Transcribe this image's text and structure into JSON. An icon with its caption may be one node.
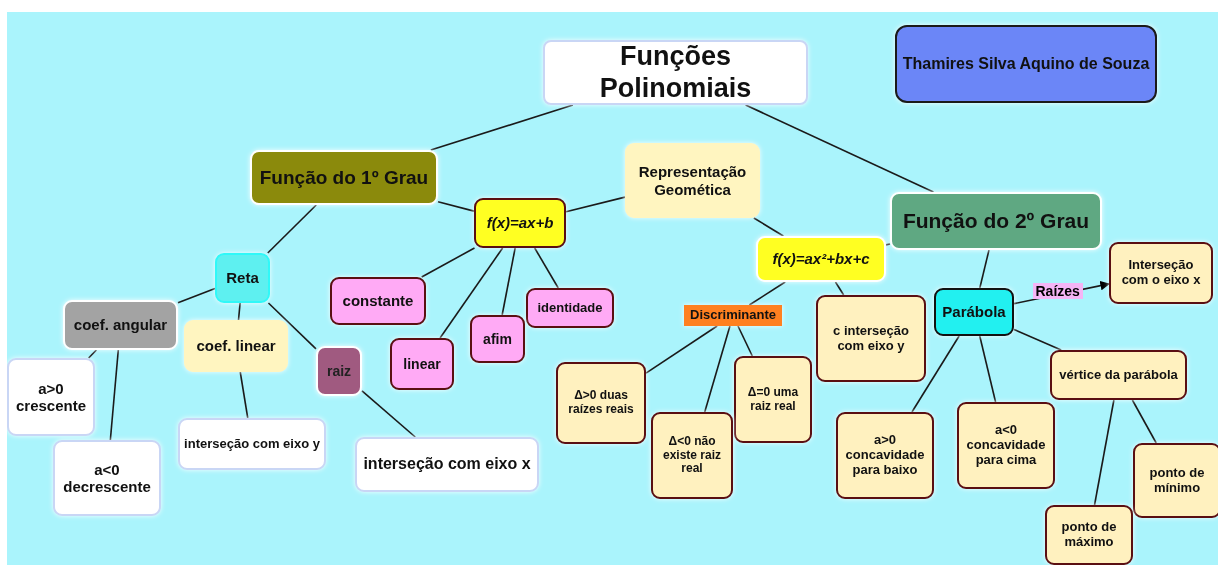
{
  "diagram": {
    "nodes": [
      {
        "text": [
          "Funções Polinomiais"
        ]
      },
      {
        "text": [
          "Thamires Silva Aquino de Souza"
        ]
      },
      {
        "text": [
          "Função do 1º Grau"
        ]
      },
      {
        "text": [
          "Representação Geomética"
        ]
      },
      {
        "text": [
          "f(x)=ax+b"
        ]
      },
      {
        "text": [
          "Função do 2º Grau"
        ]
      },
      {
        "text": [
          "f(x)=ax²+bx+c"
        ]
      },
      {
        "text": [
          "Interseção com o eixo x"
        ]
      },
      {
        "text": [
          "Reta"
        ]
      },
      {
        "text": [
          "constante"
        ]
      },
      {
        "text": [
          "identidade"
        ]
      },
      {
        "text": [
          "Parábola"
        ]
      },
      {
        "text": [
          "coef. angular"
        ]
      },
      {
        "text": [
          "afim"
        ]
      },
      {
        "text": [
          "coef. linear"
        ]
      },
      {
        "text": [
          "Discriminante"
        ]
      },
      {
        "text": [
          "c interseção com eixo y"
        ]
      },
      {
        "text": [
          "vértice da parábola"
        ]
      },
      {
        "text": [
          "linear"
        ]
      },
      {
        "text": [
          "raiz"
        ]
      },
      {
        "text": [
          "a>0 crescente"
        ]
      },
      {
        "text": [
          "Δ>0 duas raízes reais"
        ]
      },
      {
        "text": [
          "Δ=0 uma raiz real"
        ]
      },
      {
        "text": [
          "a>0 concavidade para baixo"
        ]
      },
      {
        "text": [
          "a<0 concavidade para cima"
        ]
      },
      {
        "text": [
          "interseção com eixo y"
        ]
      },
      {
        "text": [
          "interseção com eixo x"
        ]
      },
      {
        "text": [
          "Δ<0 não existe raiz real"
        ]
      },
      {
        "text": [
          "a<0 decrescente"
        ]
      },
      {
        "text": [
          "ponto de mínimo"
        ]
      },
      {
        "text": [
          "ponto de máximo"
        ]
      }
    ],
    "edges": [
      {
        "from": 0,
        "to": 2,
        "arrow": "none"
      },
      {
        "from": 0,
        "to": 5,
        "arrow": "none"
      },
      {
        "from": 2,
        "to": 8,
        "arrow": "none"
      },
      {
        "from": 2,
        "to": 4,
        "arrow": "none"
      },
      {
        "from": 4,
        "to": 3,
        "arrow": "none"
      },
      {
        "from": 3,
        "to": 6,
        "arrow": "none"
      },
      {
        "from": 6,
        "to": 5,
        "arrow": "none"
      },
      {
        "from": 4,
        "to": 9,
        "arrow": "none"
      },
      {
        "from": 4,
        "to": 18,
        "arrow": "none"
      },
      {
        "from": 4,
        "to": 13,
        "arrow": "none"
      },
      {
        "from": 4,
        "to": 10,
        "arrow": "none"
      },
      {
        "from": 8,
        "to": 12,
        "arrow": "none"
      },
      {
        "from": 8,
        "to": 14,
        "arrow": "none"
      },
      {
        "from": 8,
        "to": 19,
        "arrow": "none"
      },
      {
        "from": 12,
        "to": 20,
        "arrow": "none"
      },
      {
        "from": 12,
        "to": 28,
        "arrow": "none"
      },
      {
        "from": 14,
        "to": 25,
        "arrow": "none"
      },
      {
        "from": 19,
        "to": 26,
        "arrow": "none"
      },
      {
        "from": 6,
        "to": 15,
        "arrow": "none"
      },
      {
        "from": 6,
        "to": 16,
        "arrow": "none"
      },
      {
        "from": 15,
        "to": 21,
        "arrow": "none"
      },
      {
        "from": 15,
        "to": 27,
        "arrow": "none"
      },
      {
        "from": 15,
        "to": 22,
        "arrow": "none"
      },
      {
        "from": 5,
        "to": 11,
        "arrow": "none"
      },
      {
        "from": 11,
        "to": 7,
        "arrow": "to",
        "label": "Raízes"
      },
      {
        "from": 11,
        "to": 23,
        "arrow": "none"
      },
      {
        "from": 11,
        "to": 24,
        "arrow": "none"
      },
      {
        "from": 11,
        "to": 17,
        "arrow": "none"
      },
      {
        "from": 17,
        "to": 30,
        "arrow": "none"
      },
      {
        "from": 17,
        "to": 29,
        "arrow": "none"
      }
    ]
  }
}
